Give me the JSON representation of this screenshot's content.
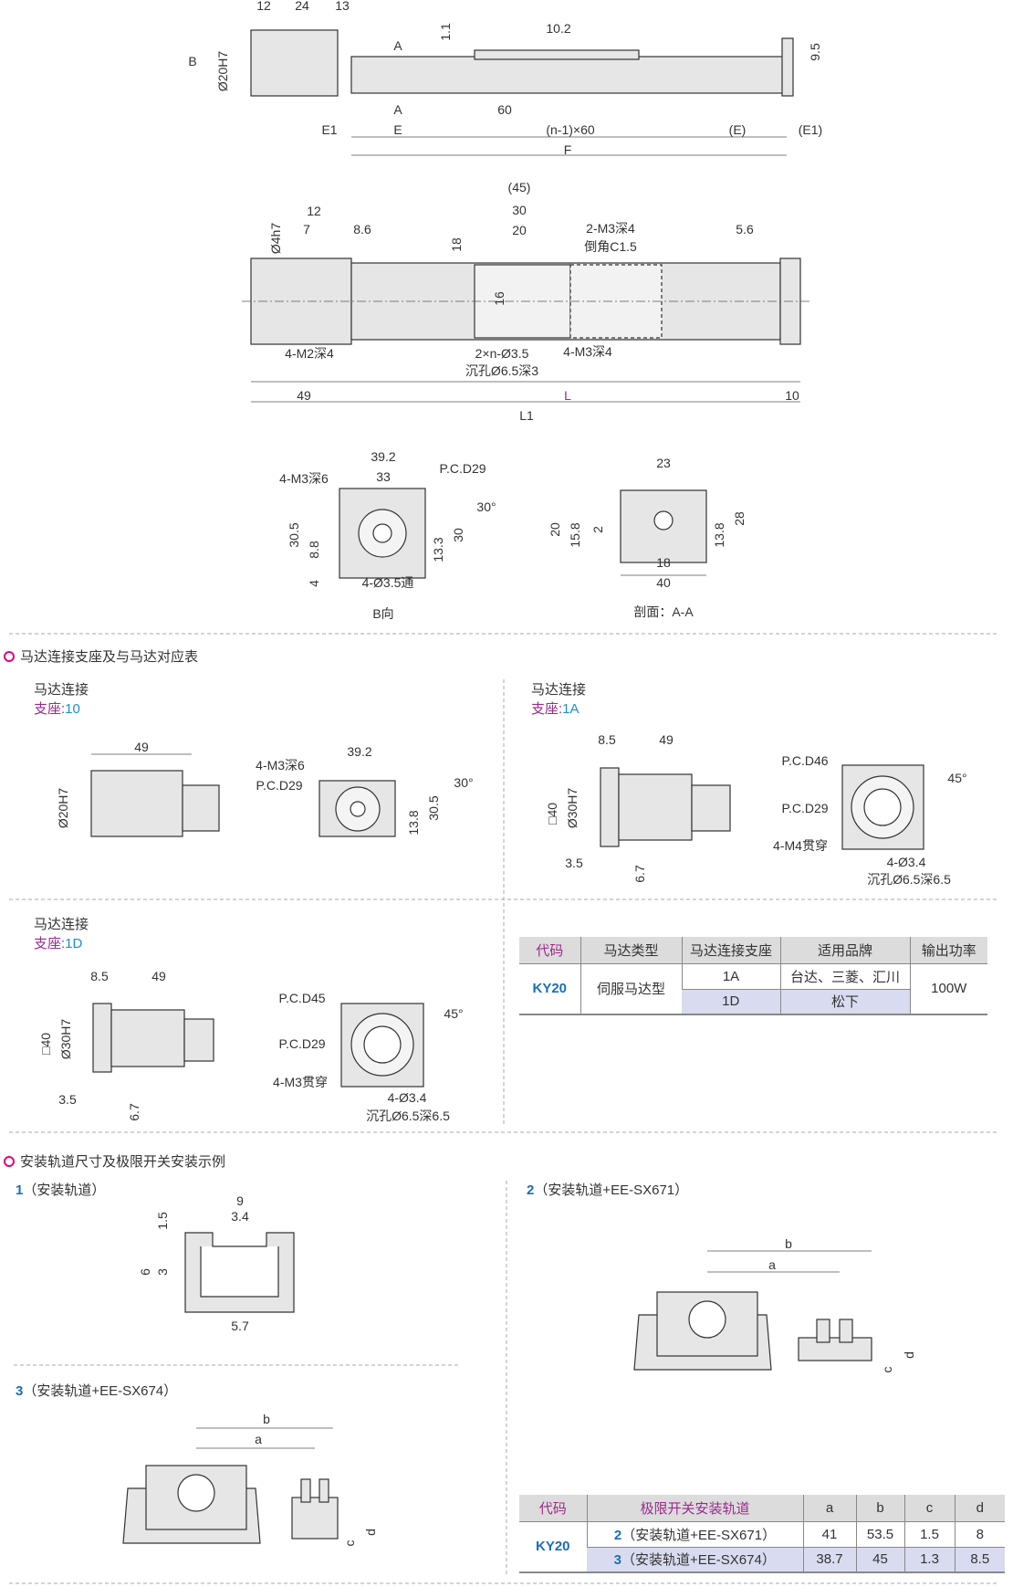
{
  "drawings": {
    "top_view": [
      "12",
      "24",
      "13",
      "B",
      "Ø20H7",
      "A",
      "1.1",
      "10.2",
      "9.5",
      "A",
      "60",
      "E1",
      "E",
      "(n-1)×60",
      "(E)",
      "(E1)",
      "F"
    ],
    "plan_view": [
      "(45)",
      "30",
      "12",
      "Ø4h7",
      "7",
      "8.6",
      "18",
      "20",
      "2-M3深4",
      "倒角C1.5",
      "5.6",
      "16",
      "4-M2深4",
      "2×n-Ø3.5",
      "沉孔Ø6.5深3",
      "4-M3深4",
      "49",
      "L",
      "10",
      "L1"
    ],
    "b_view": [
      "39.2",
      "33",
      "4-M3深6",
      "P.C.D29",
      "30°",
      "30.5",
      "8.8",
      "30",
      "13.3",
      "4",
      "4-Ø3.5通",
      "B向"
    ],
    "section_view": [
      "23",
      "20",
      "15.8",
      "2",
      "13.8",
      "28",
      "18",
      "40",
      "剖面：A-A"
    ],
    "support_10": [
      "49",
      "Ø20H7",
      "4-M3深6",
      "39.2",
      "P.C.D29",
      "30°",
      "13.8",
      "30.5"
    ],
    "support_1a": [
      "8.5",
      "49",
      "□40",
      "Ø30H7",
      "3.5",
      "6.7",
      "P.C.D46",
      "P.C.D29",
      "4-M4贯穿",
      "45°",
      "4-Ø3.4",
      "沉孔Ø6.5深6.5"
    ],
    "support_1d": [
      "8.5",
      "49",
      "□40",
      "Ø30H7",
      "3.5",
      "6.7",
      "P.C.D45",
      "P.C.D29",
      "4-M3贯穿",
      "45°",
      "4-Ø3.4",
      "沉孔Ø6.5深6.5"
    ],
    "rail_1": [
      "9",
      "3.4",
      "1.5",
      "6",
      "3",
      "5.7"
    ],
    "rail_2": [
      "b",
      "a",
      "c",
      "d"
    ],
    "rail_3": [
      "b",
      "a",
      "c",
      "d"
    ]
  },
  "section1": {
    "title": "马达连接支座及与马达对应表",
    "sub10": {
      "label": "马达连接",
      "key": "支座:",
      "val": "10"
    },
    "sub1a": {
      "label": "马达连接",
      "key": "支座:",
      "val": "1A"
    },
    "sub1d": {
      "label": "马达连接",
      "key": "支座:",
      "val": "1D"
    },
    "table": {
      "headers": [
        "代码",
        "马达类型",
        "马达连接支座",
        "适用品牌",
        "输出功率"
      ],
      "code": "KY20",
      "motor_type": "伺服马达型",
      "power": "100W",
      "rows": [
        {
          "support": "1A",
          "brand": "台达、三菱、汇川"
        },
        {
          "support": "1D",
          "brand": "松下"
        }
      ]
    }
  },
  "section2": {
    "title": "安装轨道尺寸及极限开关安装示例",
    "ex1": {
      "num": "1",
      "label": "（安装轨道）"
    },
    "ex2": {
      "num": "2",
      "label": "（安装轨道+EE-SX671）"
    },
    "ex3": {
      "num": "3",
      "label": "（安装轨道+EE-SX674）"
    },
    "table": {
      "headers": [
        "代码",
        "极限开关安装轨道",
        "a",
        "b",
        "c",
        "d"
      ],
      "code": "KY20",
      "rows": [
        {
          "num": "2",
          "label": "（安装轨道+EE-SX671）",
          "a": "41",
          "b": "53.5",
          "c": "1.5",
          "d": "8"
        },
        {
          "num": "3",
          "label": "（安装轨道+EE-SX674）",
          "a": "38.7",
          "b": "45",
          "c": "1.3",
          "d": "8.5"
        }
      ]
    }
  },
  "colors": {
    "accent": "#e4007f",
    "blue": "#1a6fb5",
    "purple": "#9b2a8c",
    "highlight": "#d9dcf0"
  }
}
